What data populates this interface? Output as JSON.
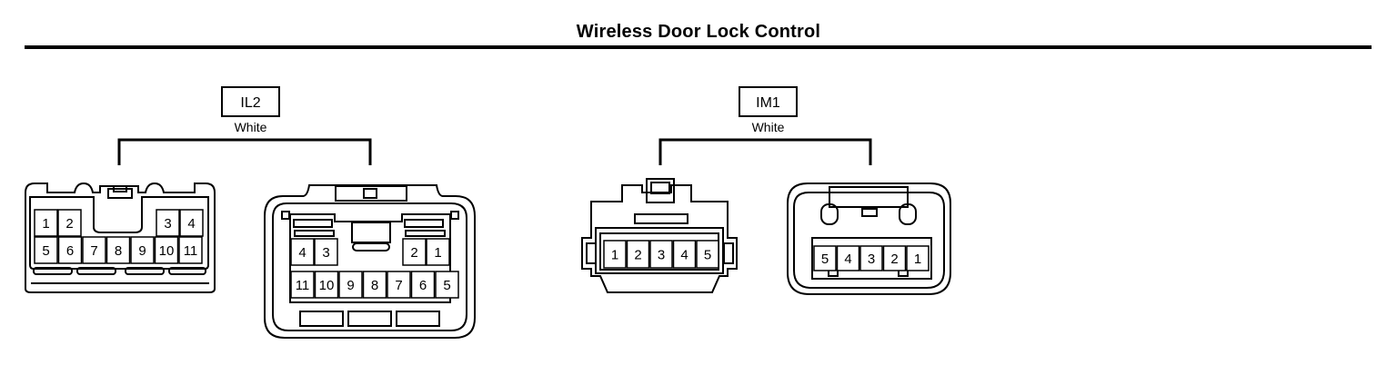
{
  "title": "Wireless Door Lock Control",
  "connectors": {
    "il2": {
      "code": "IL2",
      "color": "White",
      "harness_side": {
        "top_row_left": [
          "1",
          "2"
        ],
        "top_row_right": [
          "3",
          "4"
        ],
        "bottom_row": [
          "5",
          "6",
          "7",
          "8",
          "9",
          "10",
          "11"
        ]
      },
      "device_side": {
        "top_row_left": [
          "4",
          "3"
        ],
        "top_row_right": [
          "2",
          "1"
        ],
        "bottom_row": [
          "11",
          "10",
          "9",
          "8",
          "7",
          "6",
          "5"
        ]
      }
    },
    "im1": {
      "code": "IM1",
      "color": "White",
      "harness_side": {
        "row": [
          "1",
          "2",
          "3",
          "4",
          "5"
        ]
      },
      "device_side": {
        "row": [
          "5",
          "4",
          "3",
          "2",
          "1"
        ]
      }
    }
  }
}
